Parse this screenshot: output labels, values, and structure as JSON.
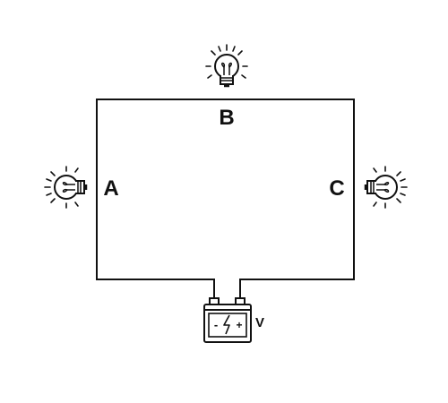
{
  "diagram": {
    "bulbs": {
      "a": {
        "label": "A",
        "icon": "light-bulb-icon"
      },
      "b": {
        "label": "B",
        "icon": "light-bulb-icon"
      },
      "c": {
        "label": "C",
        "icon": "light-bulb-icon"
      }
    },
    "battery": {
      "label": "V",
      "icon": "battery-icon",
      "terminal_negative": "-",
      "terminal_positive": "+"
    },
    "colors": {
      "line": "#111111",
      "background": "#ffffff"
    }
  }
}
